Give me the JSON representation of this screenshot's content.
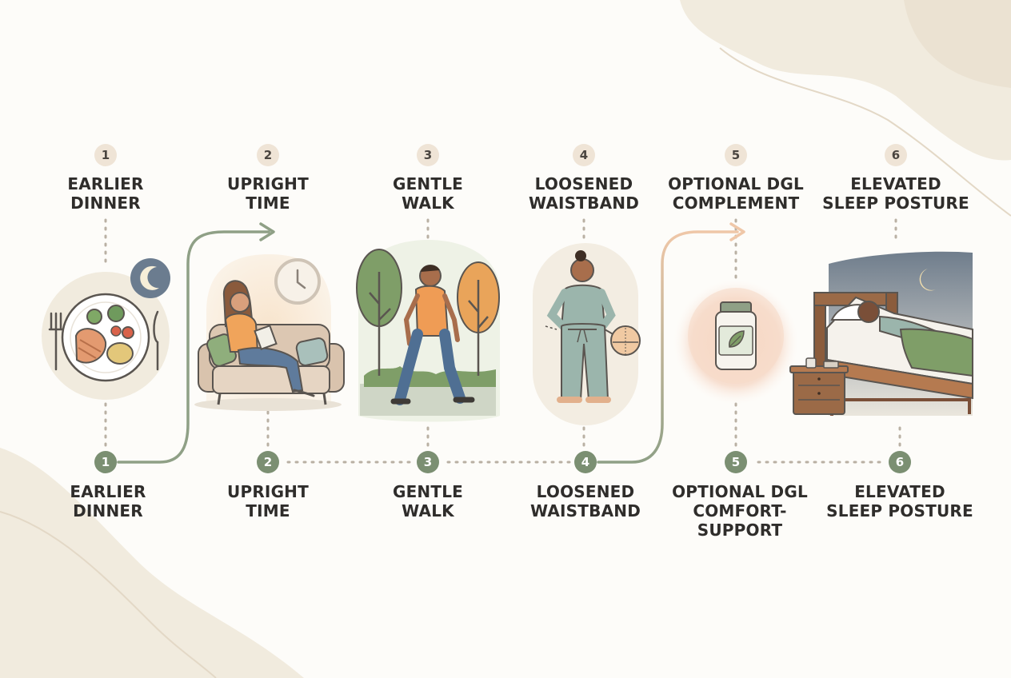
{
  "colors": {
    "background": "#fdfcf9",
    "blob": "#f1ebde",
    "connector": "#8fa086",
    "connector_peach": "#e8bfa0",
    "badge_top": "#efe4d6",
    "badge_bottom": "#7b8f72",
    "text": "#2f2d2b"
  },
  "steps": [
    {
      "number": "1",
      "top_lines": [
        "EARLIER",
        "DINNER"
      ],
      "bottom_lines": [
        "EARLIER",
        "DINNER"
      ],
      "icon": "dinner-plate-icon"
    },
    {
      "number": "2",
      "top_lines": [
        "UPRIGHT",
        "TIME"
      ],
      "bottom_lines": [
        "UPRIGHT",
        "TIME"
      ],
      "icon": "woman-on-couch-icon"
    },
    {
      "number": "3",
      "top_lines": [
        "GENTLE",
        "WALK"
      ],
      "bottom_lines": [
        "GENTLE",
        "WALK"
      ],
      "icon": "man-walking-icon"
    },
    {
      "number": "4",
      "top_lines": [
        "LOOSENED",
        "WAISTBAND"
      ],
      "bottom_lines": [
        "LOOSENED",
        "WAISTBAND"
      ],
      "icon": "loose-pants-icon"
    },
    {
      "number": "5",
      "top_lines": [
        "OPTIONAL DGL",
        "COMPLEMENT"
      ],
      "bottom_lines": [
        "OPTIONAL DGL",
        "COMFORT-",
        "SUPPORT"
      ],
      "icon": "supplement-jar-icon"
    },
    {
      "number": "6",
      "top_lines": [
        "ELEVATED",
        "SLEEP POSTURE"
      ],
      "bottom_lines": [
        "ELEVATED",
        "SLEEP POSTURE"
      ],
      "icon": "elevated-bed-icon"
    }
  ]
}
